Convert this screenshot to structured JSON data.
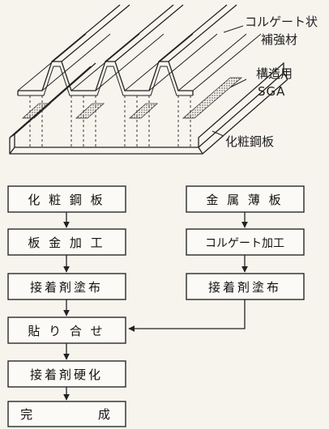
{
  "labels": {
    "corrugated_line1": "コルゲート状",
    "corrugated_line2": "補強材",
    "sga_line1": "構造用",
    "sga_line2": "SGA",
    "steel": "化粧鋼板"
  },
  "flow_left": [
    "化 粧 鋼 板",
    "板 金 加 工",
    "接着剤塗布",
    "貼 り 合 せ",
    "接着剤硬化",
    "完          成"
  ],
  "flow_right": [
    "金 属 薄 板",
    "コルゲート加工",
    "接着剤塗布"
  ]
}
